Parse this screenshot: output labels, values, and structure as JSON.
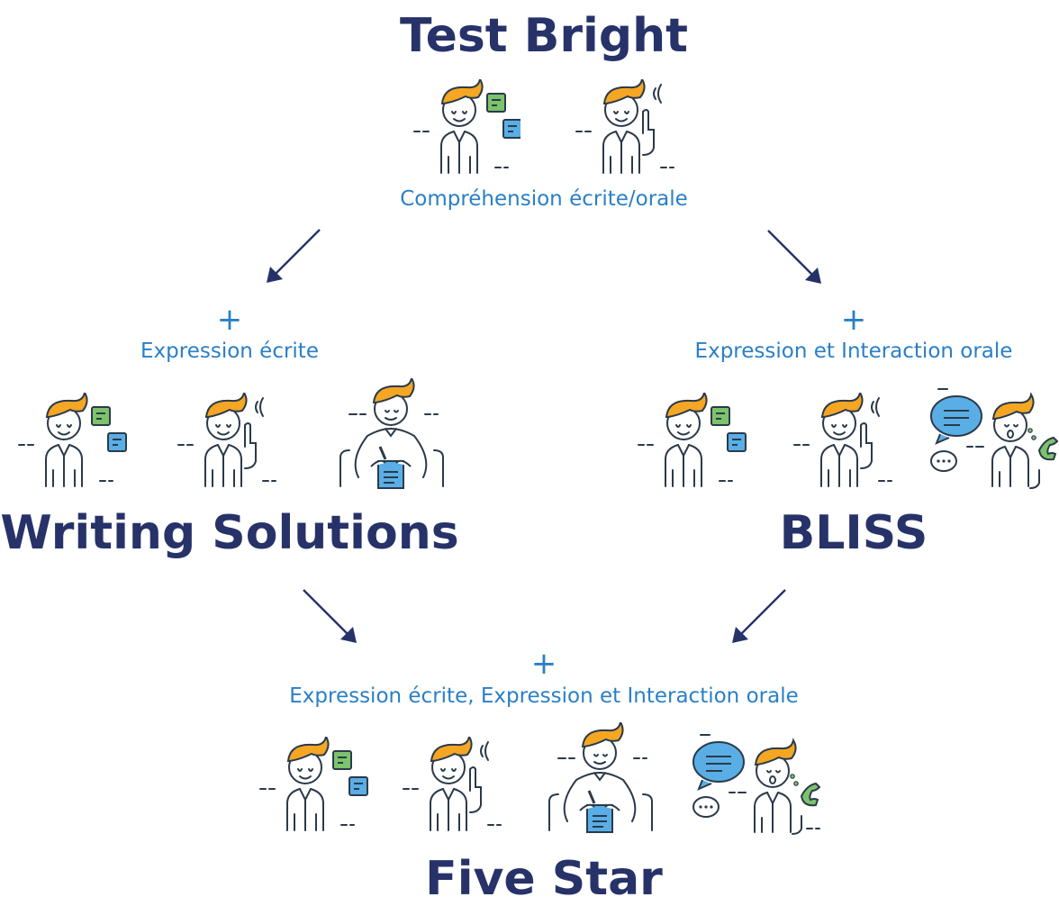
{
  "top": {
    "title": "Test Bright",
    "caption": "Compréhension écrite/orale",
    "icons": [
      "reading-person-icon",
      "listening-person-icon"
    ]
  },
  "left": {
    "plus": "+",
    "caption": "Expression écrite",
    "title": "Writing Solutions",
    "icons": [
      "reading-person-icon",
      "listening-person-icon",
      "writing-person-icon"
    ]
  },
  "right": {
    "plus": "+",
    "caption": "Expression et Interaction orale",
    "title": "BLISS",
    "icons": [
      "reading-person-icon",
      "listening-person-icon",
      "speaking-person-icon"
    ]
  },
  "bottom": {
    "plus": "+",
    "caption": "Expression écrite, Expression et Interaction orale",
    "title": "Five Star",
    "icons": [
      "reading-person-icon",
      "listening-person-icon",
      "writing-person-icon",
      "speaking-person-icon"
    ]
  },
  "colors": {
    "title": "#273269",
    "caption": "#2a7fc6",
    "hair": "#f5a623",
    "outline": "#2b3a4a",
    "green_note": "#7cc36b",
    "blue_note": "#5aaee6"
  }
}
